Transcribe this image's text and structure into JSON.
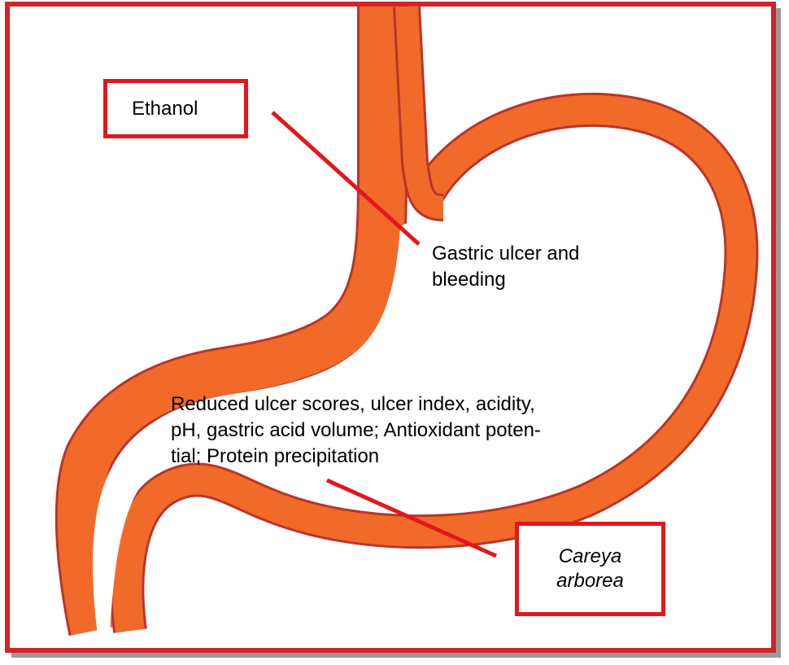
{
  "labels": {
    "ethanol": "Ethanol",
    "gastric_ulcer_line1": "Gastric ulcer and",
    "gastric_ulcer_line2": "bleeding",
    "effects_line1": "Reduced ulcer scores, ulcer index, acidity,",
    "effects_line2": "pH, gastric acid volume; Antioxidant poten-",
    "effects_line3": "tial; Protein precipitation",
    "careya_line1": "Careya",
    "careya_line2": "arborea"
  },
  "colors": {
    "stomach_fill": "#f26a2a",
    "stomach_outline": "#b8352a",
    "box_border": "#e3161d",
    "connector_line": "#e3161d",
    "frame_border": "#d2232a"
  }
}
